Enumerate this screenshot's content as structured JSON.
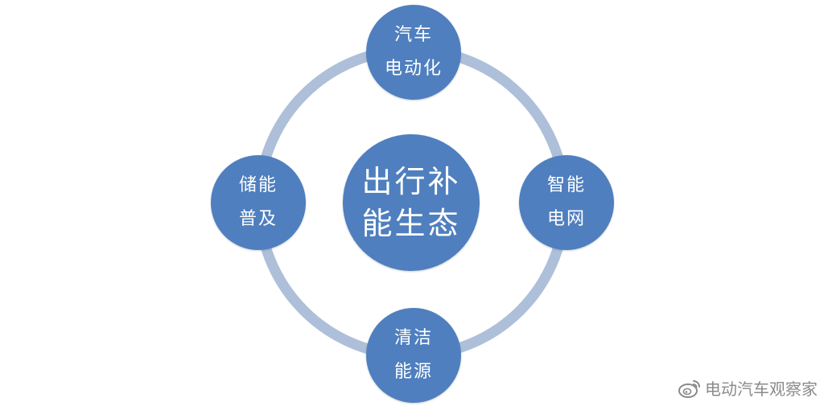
{
  "diagram": {
    "center": {
      "line1": "出行补",
      "line2": "能生态"
    },
    "nodes": {
      "top": {
        "line1": "汽车",
        "line2": "电动化"
      },
      "right": {
        "line1": "智能",
        "line2": "电网"
      },
      "bottom": {
        "line1": "清洁",
        "line2": "能源"
      },
      "left": {
        "line1": "储能",
        "line2": "普及"
      }
    }
  },
  "watermark": {
    "text": "电动汽车观察家",
    "icon": "weibo-icon"
  },
  "colors": {
    "node_fill": "#4f7fbe",
    "ring": "#aebfd9",
    "node_text": "#ffffff",
    "watermark": "#8a8a8a"
  }
}
